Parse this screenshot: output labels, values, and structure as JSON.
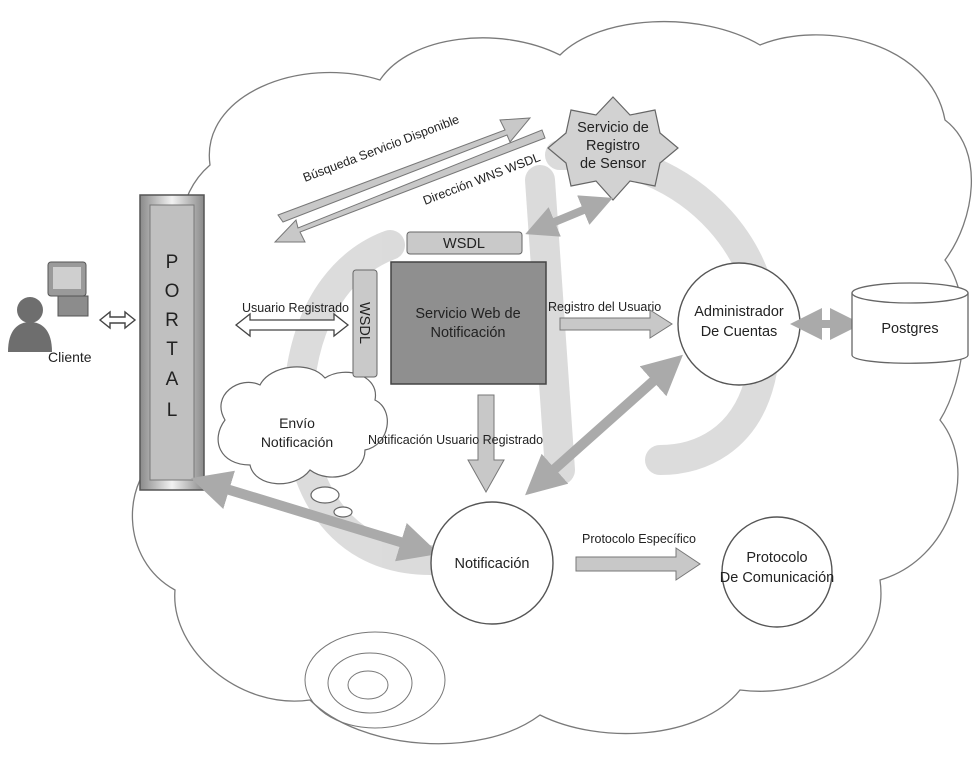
{
  "client": {
    "label": "Cliente"
  },
  "portal": {
    "letters": [
      "P",
      "O",
      "R",
      "T",
      "A",
      "L"
    ]
  },
  "arrows": {
    "busqueda": "Búsqueda Servicio Disponible",
    "direccion": "Dirección WNS WSDL",
    "usuario_registrado": "Usuario Registrado",
    "registro_usuario": "Registro del Usuario",
    "notificacion_usuario": "Notificación Usuario Registrado",
    "protocolo_especifico": "Protocolo Específico"
  },
  "nodes": {
    "sensor_registry": [
      "Servicio de",
      "Registro",
      "de Sensor"
    ],
    "wsdl_top": "WSDL",
    "wsdl_side": "WSDL",
    "web_service": [
      "Servicio Web de",
      "Notificación"
    ],
    "account_admin": [
      "Administrador",
      "De Cuentas"
    ],
    "postgres": "Postgres",
    "envio": [
      "Envío",
      "Notificación"
    ],
    "notification": "Notificación",
    "protocol": [
      "Protocolo",
      "De Comunicación"
    ]
  }
}
